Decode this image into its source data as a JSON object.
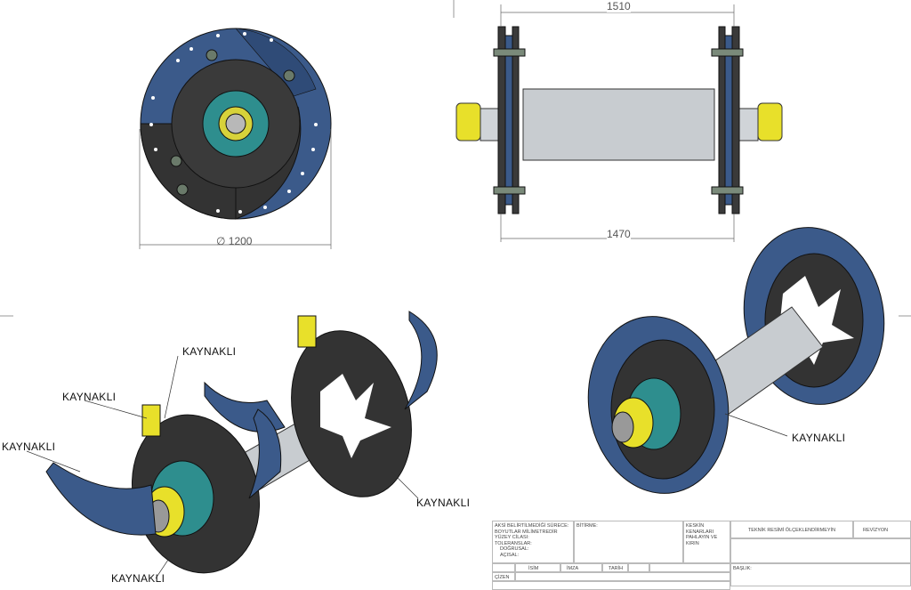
{
  "dimensions": {
    "front_diameter": "∅ 1200",
    "overall_width": "1510",
    "plate_span": "1470"
  },
  "callouts": [
    "KAYNAKLI",
    "KAYNAKLI",
    "KAYNAKLI",
    "KAYNAKLI",
    "KAYNAKLI",
    "KAYNAKLI"
  ],
  "title_block": {
    "notes": [
      "AKSİ BELİRTİLMEDİĞİ SÜRECE:",
      "BOYUTLAR MİLİMETREDİR",
      "YÜZEY CİLASI:",
      "TOLERANSLAR:",
      "DOĞRUSAL:",
      "AÇISAL:"
    ],
    "finish_label": "BİTİRME:",
    "edges_label": "KESKİN KENARLARI PAHLAYIN VE KIRIN",
    "no_scale": "TEKNİK RESİMİ ÖLÇEKLENDİRMEYİN",
    "revision": "REVİZYON",
    "col_name": "İSİM",
    "col_sign": "İMZA",
    "col_date": "TARİH",
    "row_drawn": "ÇİZEN",
    "title_label": "BAŞLIK:"
  },
  "colors": {
    "blue": "#3b5a8a",
    "dark": "#3a3a3a",
    "teal": "#2e8e8e",
    "yellow": "#e8e02a",
    "shaft": "#c8ccd0"
  }
}
